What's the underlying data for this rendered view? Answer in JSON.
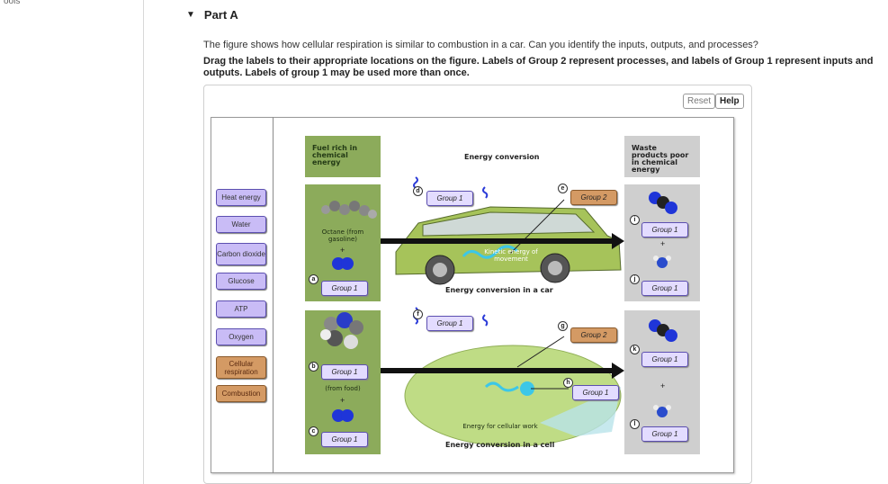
{
  "rail": {
    "text": "ools"
  },
  "part": {
    "title": "Part A",
    "caret": "▼"
  },
  "prompt": "The figure shows how cellular respiration is similar to combustion in a car. Can you identify the inputs, outputs, and processes?",
  "instructions": "Drag the labels to their appropriate locations on the figure. Labels of Group 2 represent processes, and labels of Group 1 represent inputs and outputs. Labels of group 1 may be used more than once.",
  "toolbar": {
    "reset": "Reset",
    "help": "Help"
  },
  "bank": [
    {
      "id": "heat",
      "label": "Heat energy",
      "kind": "input"
    },
    {
      "id": "water",
      "label": "Water",
      "kind": "input"
    },
    {
      "id": "co2",
      "label": "Carbon dioxide",
      "kind": "input"
    },
    {
      "id": "glucose",
      "label": "Glucose",
      "kind": "input"
    },
    {
      "id": "atp",
      "label": "ATP",
      "kind": "input"
    },
    {
      "id": "oxygen",
      "label": "Oxygen",
      "kind": "input"
    },
    {
      "id": "cellresp",
      "label": "Cellular respiration",
      "kind": "process"
    },
    {
      "id": "combustion",
      "label": "Combustion",
      "kind": "process"
    }
  ],
  "figure": {
    "fuel_heading": "Fuel rich in chemical energy",
    "conversion_heading": "Energy conversion",
    "waste_heading": "Waste products poor in chemical energy",
    "octane_text": "Octane (from gasoline)",
    "food_text": "(from food)",
    "kinetic_text": "Kinetic energy of movement",
    "cellwork_text": "Energy for cellular work",
    "car_caption": "Energy conversion in a car",
    "cell_caption": "Energy conversion in a cell",
    "plus": "+",
    "group1": "Group 1",
    "group2": "Group 2",
    "markers": {
      "a": "a",
      "b": "b",
      "c": "c",
      "d": "d",
      "e": "e",
      "f": "f",
      "g": "g",
      "h": "h",
      "i": "i",
      "j": "j",
      "k": "k",
      "l": "l"
    }
  },
  "colors": {
    "group1_fill": "#e3dcff",
    "group2_fill": "#d49a64",
    "fuel_green": "#8cab5b",
    "waste_gray": "#cfcfcf",
    "arrow": "#111111",
    "heat_wave": "#2b3bd8"
  }
}
